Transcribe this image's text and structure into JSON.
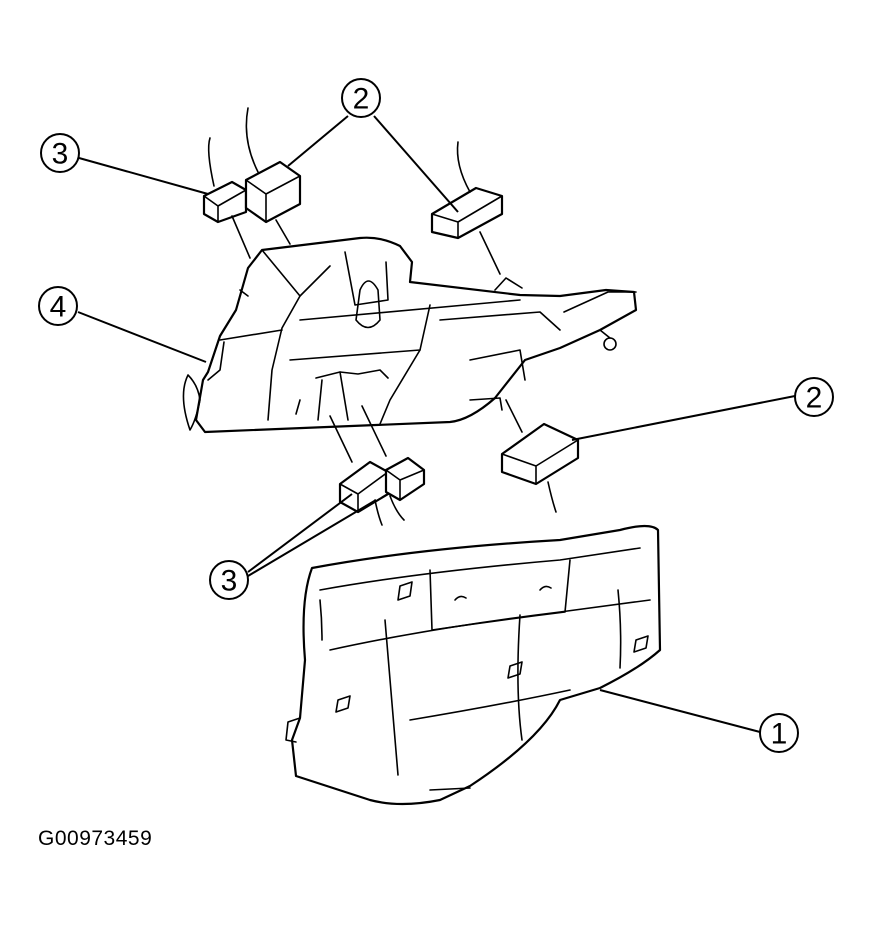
{
  "figure_id": "G00973459",
  "callouts": {
    "c1": "1",
    "c2_top": "2",
    "c2_right": "2",
    "c3_top": "3",
    "c3_bottom": "3",
    "c4": "4"
  }
}
